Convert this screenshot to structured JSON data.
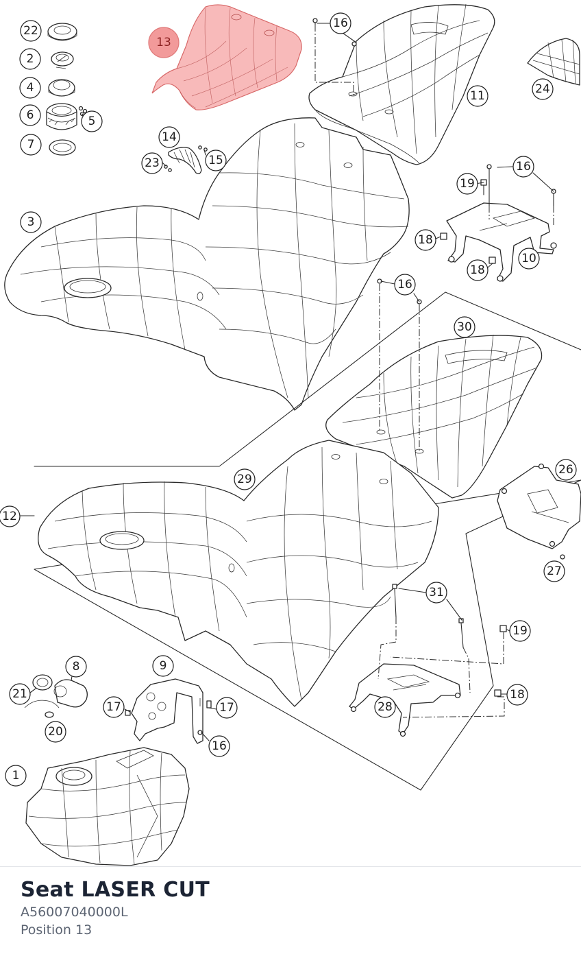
{
  "diagram": {
    "callouts": [
      {
        "label": "22"
      },
      {
        "label": "2"
      },
      {
        "label": "4"
      },
      {
        "label": "6"
      },
      {
        "label": "5"
      },
      {
        "label": "7"
      },
      {
        "label": "13",
        "selected": true
      },
      {
        "label": "16"
      },
      {
        "label": "11"
      },
      {
        "label": "24"
      },
      {
        "label": "14"
      },
      {
        "label": "23"
      },
      {
        "label": "15"
      },
      {
        "label": "3"
      },
      {
        "label": "16"
      },
      {
        "label": "19"
      },
      {
        "label": "18"
      },
      {
        "label": "10"
      },
      {
        "label": "18"
      },
      {
        "label": "16"
      },
      {
        "label": "30"
      },
      {
        "label": "29"
      },
      {
        "label": "12"
      },
      {
        "label": "26"
      },
      {
        "label": "27"
      },
      {
        "label": "31"
      },
      {
        "label": "19"
      },
      {
        "label": "8"
      },
      {
        "label": "9"
      },
      {
        "label": "21"
      },
      {
        "label": "17"
      },
      {
        "label": "17"
      },
      {
        "label": "20"
      },
      {
        "label": "16"
      },
      {
        "label": "28"
      },
      {
        "label": "18"
      },
      {
        "label": "1"
      }
    ]
  },
  "part": {
    "title": "Seat LASER CUT",
    "number": "A56007040000L",
    "position": "Position 13"
  }
}
